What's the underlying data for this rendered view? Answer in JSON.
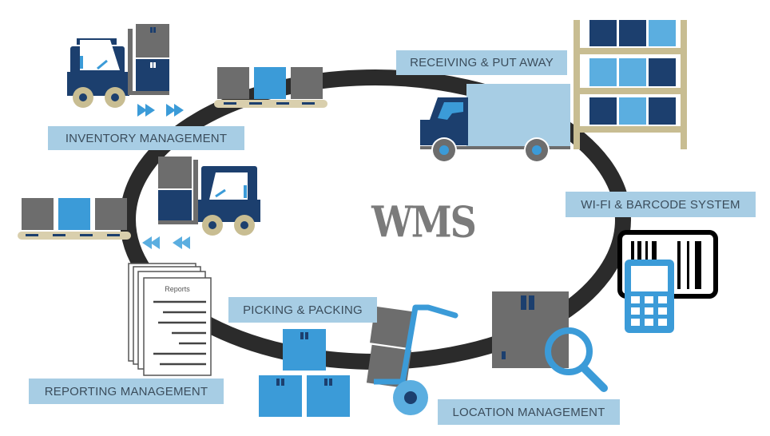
{
  "title": "WMS",
  "stages": [
    {
      "id": "inventory",
      "label": "INVENTORY MANAGEMENT"
    },
    {
      "id": "receiving",
      "label": "RECEIVING & PUT AWAY"
    },
    {
      "id": "wifi",
      "label": "WI-FI & BARCODE SYSTEM"
    },
    {
      "id": "location",
      "label": "LOCATION MANAGEMENT"
    },
    {
      "id": "picking",
      "label": "PICKING & PACKING"
    },
    {
      "id": "reporting",
      "label": "REPORTING MANAGEMENT"
    }
  ],
  "reports_doc_title": "Reports",
  "colors": {
    "label_bg": "#a7cde4",
    "label_text": "#3b4d5c",
    "navy": "#1c3f6e",
    "sky": "#3b9bd8",
    "light_sky": "#a7cde4",
    "box_grey": "#6d6d6d",
    "tan": "#c8bd92",
    "track": "#2b2b2b"
  }
}
